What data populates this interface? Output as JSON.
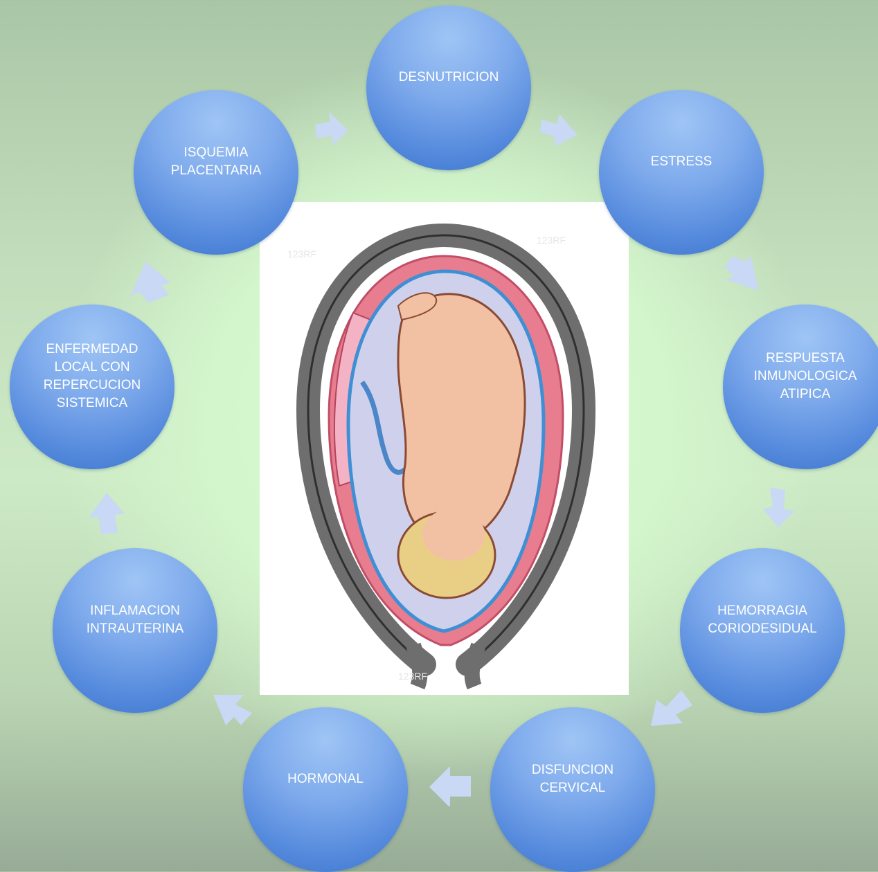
{
  "diagram": {
    "type": "cycle",
    "nodes": [
      {
        "id": "desnutricion",
        "label": "DESNUTRICION"
      },
      {
        "id": "estress",
        "label": "ESTRESS"
      },
      {
        "id": "respuesta",
        "label": "RESPUESTA\nINMUNOLOGICA\nATIPICA"
      },
      {
        "id": "hemorragia",
        "label": "HEMORRAGIA\nCORIODESIDUAL"
      },
      {
        "id": "disfuncion",
        "label": "DISFUNCION\nCERVICAL"
      },
      {
        "id": "hormonal",
        "label": "HORMONAL"
      },
      {
        "id": "inflamacion",
        "label": "INFLAMACION\nINTRAUTERINA"
      },
      {
        "id": "enfermedad",
        "label": "ENFERMEDAD\nLOCAL CON\nREPERCUCION\nSISTEMICA"
      },
      {
        "id": "isquemia",
        "label": "ISQUEMIA\nPLACENTARIA"
      }
    ],
    "edges": [
      [
        "isquemia",
        "desnutricion"
      ],
      [
        "desnutricion",
        "estress"
      ],
      [
        "estress",
        "respuesta"
      ],
      [
        "respuesta",
        "hemorragia"
      ],
      [
        "hemorragia",
        "disfuncion"
      ],
      [
        "disfuncion",
        "hormonal"
      ],
      [
        "hormonal",
        "inflamacion"
      ],
      [
        "inflamacion",
        "enfermedad"
      ],
      [
        "enfermedad",
        "isquemia"
      ]
    ],
    "center_image": "fetus-in-uterus-illustration",
    "colors": {
      "node_fill": "#5b8fdc",
      "node_highlight": "#9fc5f5",
      "arrow_fill": "#c9d8f4",
      "background_center": "#d6f9cf",
      "background_edge": "#9fb79c"
    }
  }
}
